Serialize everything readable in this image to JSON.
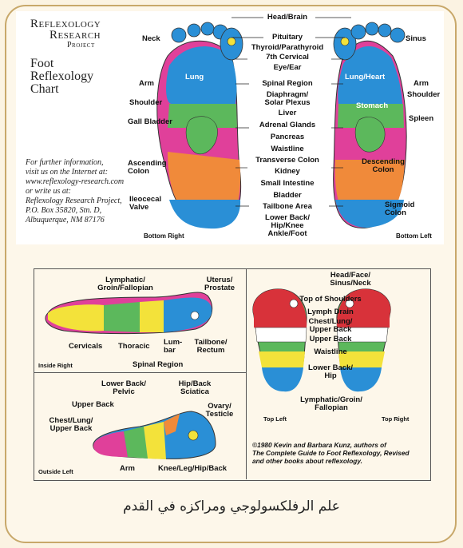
{
  "top_chart": {
    "brand": [
      "Reflexology",
      "Research",
      "Project"
    ],
    "title": "Foot\nReflexology\nChart",
    "info": "For further information,\nvisit us on the Internet at:\nwww.reflexology-research.com\nor write us at:\nReflexology Research Project,\nP.O. Box 35820, Stn. D,\nAlbuquerque, NM 87176",
    "center_labels": [
      "Head/Brain",
      "Pituitary",
      "Thyroid/Parathyroid",
      "7th Cervical",
      "Eye/Ear",
      "Spinal Region",
      "Diaphragm/\nSolar Plexus",
      "Liver",
      "Adrenal Glands",
      "Pancreas",
      "Waistline",
      "Transverse Colon",
      "Kidney",
      "Small Intestine",
      "Bladder",
      "Tailbone Area",
      "Lower Back/\nHip/Knee\nAnkle/Foot"
    ],
    "left_labels": [
      "Neck",
      "Arm",
      "Shoulder",
      "Gall Bladder",
      "Ascending\nColon",
      "Ileocecal\nValve"
    ],
    "right_labels": [
      "Sinus",
      "Arm",
      "Shoulder",
      "Spleen",
      "Sigmoid\nColon"
    ],
    "inner_labels": [
      "Lung",
      "Lung/Heart",
      "Stomach",
      "Descending\nColon"
    ],
    "footer_left": "Bottom Right",
    "footer_right": "Bottom Left"
  },
  "inside": {
    "labels": [
      "Lymphatic/\nGroin/Fallopian",
      "Uterus/\nProstate",
      "Cervicals",
      "Thoracic",
      "Lum-\nbar",
      "Tailbone/\nRectum"
    ],
    "corner": "Inside Right",
    "region": "Spinal Region"
  },
  "outside": {
    "labels": [
      "Lower Back/\nPelvic",
      "Hip/Back\nSciatica",
      "Upper Back",
      "Ovary/\nTesticle",
      "Chest/Lung/\nUpper Back",
      "Arm",
      "Knee/Leg/Hip/Back"
    ],
    "corner": "Outside Left"
  },
  "top_view": {
    "labels": [
      "Head/Face/\nSinus/Neck",
      "Top of Shoulders",
      "Lymph Drain",
      "Chest/Lung/\nUpper Back",
      "Upper Back",
      "Waistline",
      "Lower Back/\nHip",
      "Lymphatic/Groin/\nFallopian"
    ],
    "corner_left": "Top Left",
    "corner_right": "Top Right",
    "credit": "©1980 Kevin and Barbara Kunz, authors of\nThe Complete Guide to Foot Reflexology, Revised\nand other books about reflexology."
  },
  "caption": "علم الرفلكسولوجي ومراكزه في القدم",
  "colors": {
    "border": "#c8a86a",
    "blue": "#2a8fd6",
    "green": "#5cb85c",
    "magenta": "#e0409a",
    "yellow": "#f3e23a",
    "orange": "#f08a3a",
    "red": "#d8323a"
  }
}
